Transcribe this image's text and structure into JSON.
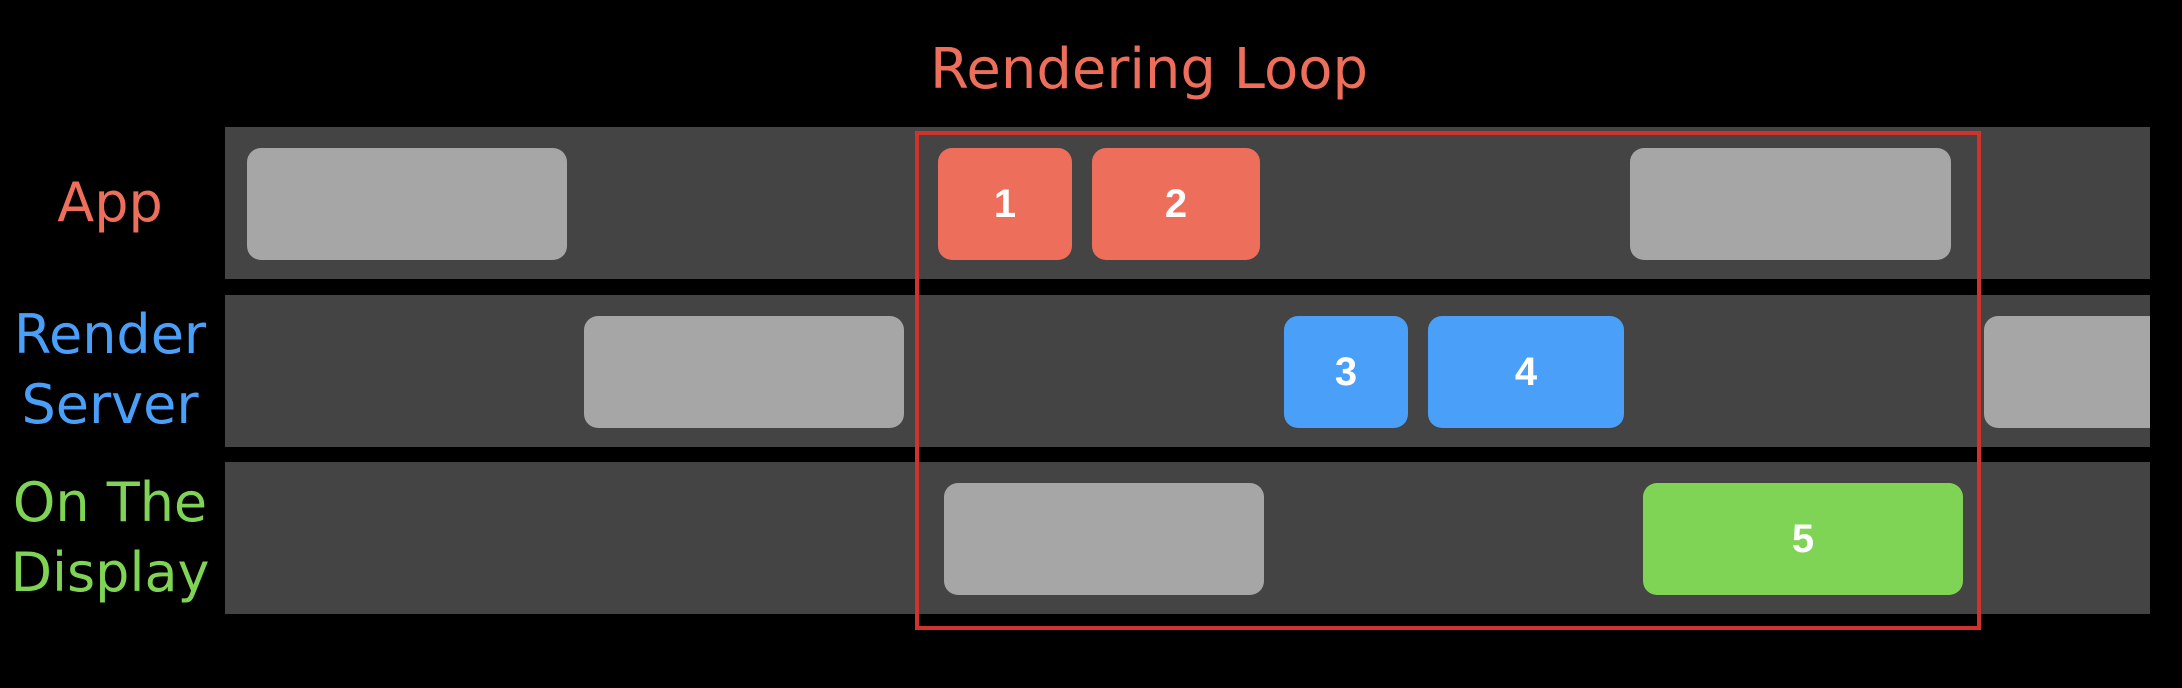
{
  "title": "Rendering Loop",
  "colors": {
    "background": "#000000",
    "lane": "#444444",
    "idle_block": "#a6a6a6",
    "loop_box": "#d0332b",
    "app": "#ed6e5a",
    "render_server": "#4aa0f8",
    "display": "#80d455"
  },
  "rows": {
    "app": {
      "label": "App"
    },
    "render_server": {
      "label_line1": "Render",
      "label_line2": "Server"
    },
    "display": {
      "label_line1": "On The",
      "label_line2": "Display"
    }
  },
  "steps": [
    "1",
    "2",
    "3",
    "4",
    "5"
  ]
}
